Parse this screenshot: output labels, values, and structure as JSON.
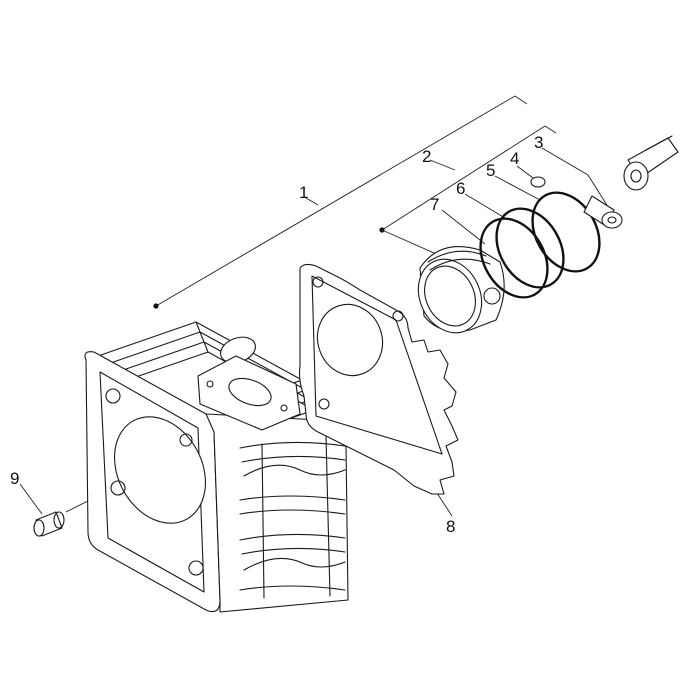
{
  "labels": {
    "n1": "1",
    "n2": "2",
    "n3": "3",
    "n4": "4",
    "n5": "5",
    "n6": "6",
    "n7": "7",
    "n8": "8",
    "n9": "9"
  },
  "colors": {
    "line": "#1a1a1a",
    "background": "#ffffff"
  }
}
